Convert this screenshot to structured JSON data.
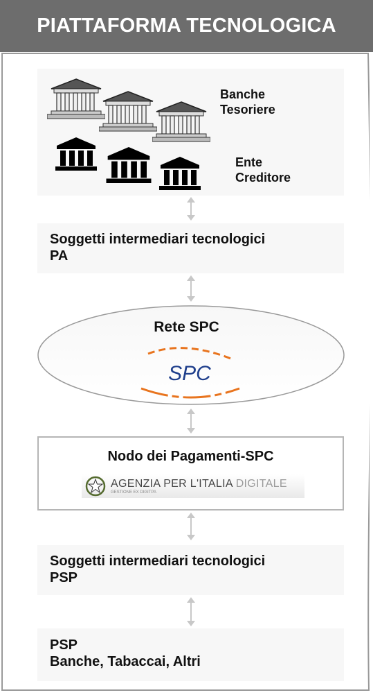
{
  "header": {
    "title": "PIATTAFORMA TECNOLOGICA"
  },
  "top_group": {
    "banche_label": [
      "Banche",
      "Tesoriere"
    ],
    "ente_label": [
      "Ente",
      "Creditore"
    ]
  },
  "intermediari_pa": [
    "Soggetti intermediari tecnologici",
    "PA"
  ],
  "rete_spc": {
    "title": "Rete SPC",
    "logo_text": "SPC"
  },
  "nodo": {
    "title": "Nodo dei Pagamenti-SPC",
    "agency_name": "AGENZIA PER L'ITALIA",
    "agency_name_suffix": "DIGITALE",
    "agency_subtitle": "GESTIONE EX DIGITPA"
  },
  "intermediari_psp": [
    "Soggetti intermediari tecnologici",
    "PSP"
  ],
  "psp": [
    "PSP",
    "Banche, Tabaccai, Altri"
  ],
  "colors": {
    "header_bg": "#6d6d6d",
    "arrow": "#c8c8c8",
    "spc_blue": "#1f3f8c",
    "spc_orange": "#e8741e"
  }
}
